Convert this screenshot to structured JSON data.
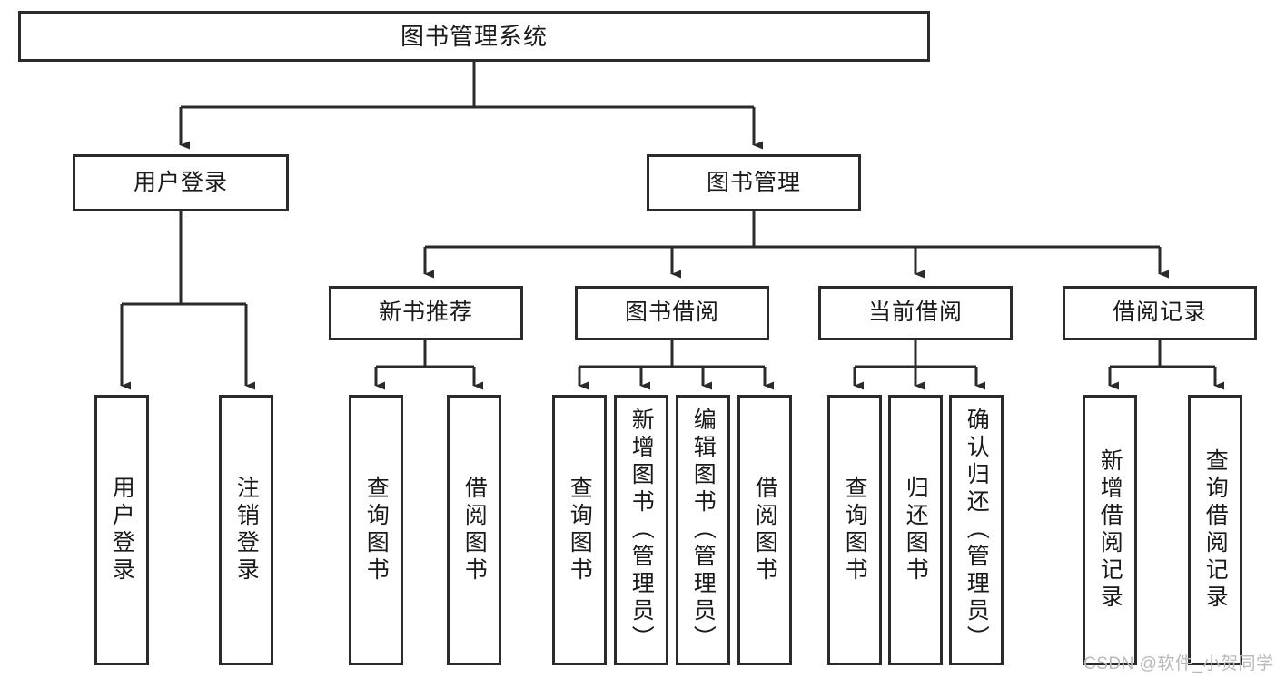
{
  "diagram": {
    "title": "图书管理系统",
    "type": "hierarchy-tree",
    "colors": {
      "box_border": "#2b2b2b",
      "box_fill": "#ffffff",
      "edge": "#2b2b2b",
      "text": "#1a1a1a",
      "watermark": "#b9b9b9",
      "background": "#ffffff"
    },
    "root": {
      "label": "图书管理系统"
    },
    "level2": [
      {
        "label": "用户登录"
      },
      {
        "label": "图书管理"
      }
    ],
    "level3": [
      {
        "label": "新书推荐"
      },
      {
        "label": "图书借阅"
      },
      {
        "label": "当前借阅"
      },
      {
        "label": "借阅记录"
      }
    ],
    "leaves": {
      "user_login": [
        {
          "label": "用户登录"
        },
        {
          "label": "注销登录"
        }
      ],
      "new_book_recommend": [
        {
          "label": "查询图书"
        },
        {
          "label": "借阅图书"
        }
      ],
      "book_borrow": [
        {
          "label": "查询图书"
        },
        {
          "label": "新增图书（管理员）"
        },
        {
          "label": "编辑图书（管理员）"
        },
        {
          "label": "借阅图书"
        }
      ],
      "current_borrow": [
        {
          "label": "查询图书"
        },
        {
          "label": "归还图书"
        },
        {
          "label": "确认归还（管理员）"
        }
      ],
      "borrow_record": [
        {
          "label": "新增借阅记录"
        },
        {
          "label": "查询借阅记录"
        }
      ]
    },
    "watermark": "CSDN @软件_小贺同学"
  }
}
